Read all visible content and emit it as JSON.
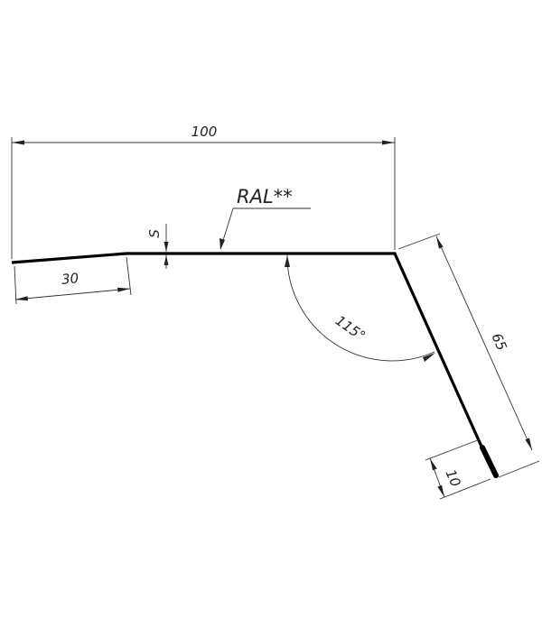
{
  "colors": {
    "background": "#ffffff",
    "profile": "#000000",
    "dimension": "#333333"
  },
  "drawing": {
    "material_label": "RAL**",
    "thickness_label": "S",
    "dimensions": {
      "overall_width": "100",
      "left_flap": "30",
      "slope_length": "65",
      "hem_length": "10",
      "bend_angle": "115°"
    }
  }
}
